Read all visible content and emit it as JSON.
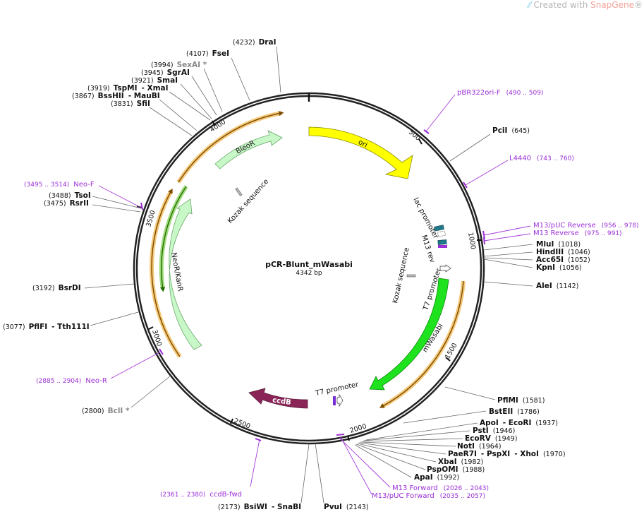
{
  "watermark": {
    "prefix": "Created with ",
    "brand": "SnapGene",
    "mark": "®"
  },
  "plasmid": {
    "name": "pCR-Blunt_mWasabi",
    "length": "4342 bp"
  },
  "ruler_ticks": [
    "500",
    "1000",
    "1500",
    "2000",
    "2500",
    "3000",
    "3500",
    "4000"
  ],
  "features": {
    "ori": "ori",
    "bleor": "BleoR",
    "kozak1": "Kozak sequence",
    "kozak2": "Kozak sequence",
    "lac_promoter": "lac promoter",
    "m13_rev": "M13 rev",
    "t7_promoter_1": "T7 promoter",
    "t7_promoter_2": "T7 promoter",
    "mwasabi": "mWasabi",
    "neor": "NeoR/KanR",
    "ccdb": "ccdB"
  },
  "enzymes": {
    "drai": {
      "name": "DraI",
      "pos": "(4232)"
    },
    "fsei": {
      "name": "FseI",
      "pos": "(4107)"
    },
    "sexai": {
      "name": "SexAI *",
      "pos": "(3994)"
    },
    "sgrai": {
      "name": "SgrAI",
      "pos": "(3945)"
    },
    "smai": {
      "name": "SmaI",
      "pos": "(3921)"
    },
    "tspmi": {
      "name": "TspMI",
      "sep": "- ",
      "name2": "XmaI",
      "pos": "(3919)"
    },
    "bsshii": {
      "name": "BssHII",
      "sep": "- ",
      "name2": "MauBI",
      "pos": "(3867)"
    },
    "sfii": {
      "name": "SfiI",
      "pos": "(3831)"
    },
    "tsoi": {
      "name": "TsoI",
      "pos": "(3488)"
    },
    "rsrii": {
      "name": "RsrII",
      "pos": "(3475)"
    },
    "bsrdi": {
      "name": "BsrDI",
      "pos": "(3192)"
    },
    "pflfi": {
      "name": "PflFI",
      "sep": "- ",
      "name2": "Tth111I",
      "pos": "(3077)"
    },
    "bcli": {
      "name": "BclI *",
      "pos": "(2800)"
    },
    "bsiwi": {
      "name": "BsiWI",
      "sep": "- ",
      "name2": "SnaBI",
      "pos": "(2173)"
    },
    "pvui": {
      "name": "PvuI",
      "pos": "(2143)"
    },
    "pcii": {
      "name": "PciI",
      "pos": "(645)"
    },
    "mlui": {
      "name": "MluI",
      "pos": "(1018)"
    },
    "hindiii": {
      "name": "HindIII",
      "pos": "(1046)"
    },
    "acc65i": {
      "name": "Acc65I",
      "pos": "(1052)"
    },
    "kpni": {
      "name": "KpnI",
      "pos": "(1056)"
    },
    "alei": {
      "name": "AleI",
      "pos": "(1142)"
    },
    "pflmi": {
      "name": "PflMI",
      "pos": "(1581)"
    },
    "bsteii": {
      "name": "BstEII",
      "pos": "(1786)"
    },
    "apoi": {
      "name": "ApoI",
      "sep": "- ",
      "name2": "EcoRI",
      "pos": "(1937)"
    },
    "psti": {
      "name": "PstI",
      "pos": "(1946)"
    },
    "ecorv": {
      "name": "EcoRV",
      "pos": "(1949)"
    },
    "noti": {
      "name": "NotI",
      "pos": "(1964)"
    },
    "paer7i": {
      "name": "PaeR7I",
      "sep": "- ",
      "name2": "PspXI",
      "sep2": "- ",
      "name3": "XhoI",
      "pos": "(1970)"
    },
    "xbai": {
      "name": "XbaI",
      "pos": "(1982)"
    },
    "psponi": {
      "name": "PspOMI",
      "pos": "(1988)"
    },
    "apai": {
      "name": "ApaI",
      "pos": "(1992)"
    }
  },
  "primers": {
    "pbr322ori": {
      "name": "pBR322ori-F",
      "pos": "(490 .. 509)"
    },
    "l4440": {
      "name": "L4440",
      "pos": "(743 .. 760)"
    },
    "m13puc_rev": {
      "name": "M13/pUC Reverse",
      "pos": "(956 .. 978)"
    },
    "m13_rev": {
      "name": "M13 Reverse",
      "pos": "(975 .. 991)"
    },
    "neo_f": {
      "name": "Neo-F",
      "pos": "(3495 .. 3514)"
    },
    "neo_r": {
      "name": "Neo-R",
      "pos": "(2885 .. 2904)"
    },
    "ccdb_fwd": {
      "name": "ccdB-fwd",
      "pos": "(2361 .. 2380)"
    },
    "m13_fwd": {
      "name": "M13 Forward",
      "pos": "(2026 .. 2043)"
    },
    "m13puc_fwd": {
      "name": "M13/pUC Forward",
      "pos": "(2035 .. 2057)"
    }
  },
  "colors": {
    "backbone": "#222222",
    "ori": "#ffff00",
    "mwasabi": "#1ee21e",
    "resistance": "#c8f7c8",
    "ccdb": "#8b2558",
    "orf": "#f5a623",
    "primer": "#9b2fd6",
    "lac_promoter": "#1f7a8c"
  }
}
